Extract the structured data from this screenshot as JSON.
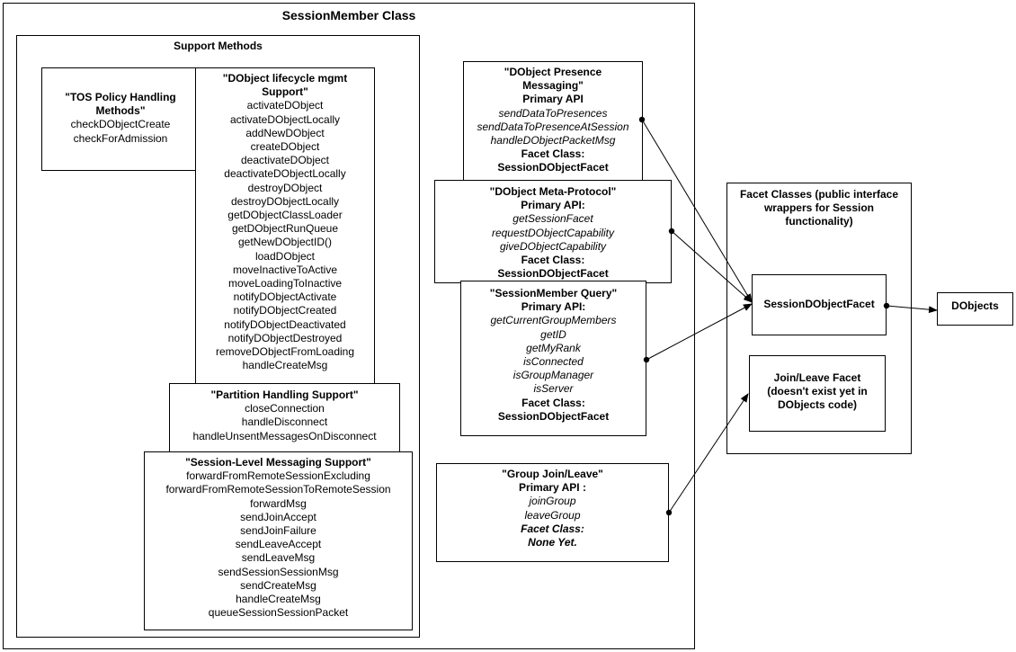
{
  "session_member": {
    "title": "SessionMember Class"
  },
  "support_methods": {
    "title": "Support Methods"
  },
  "tos": {
    "title_line1": "\"TOS Policy Handling",
    "title_line2": "Methods\"",
    "methods": [
      "checkDObjectCreate",
      "checkForAdmission"
    ]
  },
  "lifecycle": {
    "title_line1": "\"DObject lifecycle mgmt",
    "title_line2": "Support\"",
    "methods": [
      "activateDObject",
      "activateDObjectLocally",
      "addNewDObject",
      "createDObject",
      "deactivateDObject",
      "deactivateDObjectLocally",
      "destroyDObject",
      "destroyDObjectLocally",
      "getDObjectClassLoader",
      "getDObjectRunQueue",
      "getNewDObjectID()",
      "loadDObject",
      "moveInactiveToActive",
      "moveLoadingToInactive",
      "notifyDObjectActivate",
      "notifyDObjectCreated",
      "notifyDObjectDeactivated",
      "notifyDObjectDestroyed",
      "removeDObjectFromLoading",
      "handleCreateMsg"
    ]
  },
  "partition": {
    "title": "\"Partition Handling Support\"",
    "methods": [
      "closeConnection",
      "handleDisconnect",
      "handleUnsentMessagesOnDisconnect"
    ]
  },
  "session_level": {
    "title": "\"Session-Level Messaging Support\"",
    "methods": [
      "forwardFromRemoteSessionExcluding",
      "forwardFromRemoteSessionToRemoteSession",
      "forwardMsg",
      "sendJoinAccept",
      "sendJoinFailure",
      "sendLeaveAccept",
      "sendLeaveMsg",
      "sendSessionSessionMsg",
      "sendCreateMsg",
      "handleCreateMsg",
      "queueSessionSessionPacket"
    ]
  },
  "presence": {
    "title_line1": "\"DObject Presence",
    "title_line2": "Messaging\"",
    "api_label": "Primary API",
    "methods": [
      "sendDataToPresences",
      "sendDataToPresenceAtSession",
      "handleDObjectPacketMsg"
    ],
    "facet_label": "Facet Class:",
    "facet": "SessionDObjectFacet"
  },
  "meta": {
    "title": "\"DObject Meta-Protocol\"",
    "api_label": "Primary API:",
    "methods": [
      "getSessionFacet",
      "requestDObjectCapability",
      "giveDObjectCapability"
    ],
    "facet_label": "Facet Class:",
    "facet": "SessionDObjectFacet"
  },
  "query": {
    "title": "\"SessionMember Query\"",
    "api_label": "Primary API:",
    "methods": [
      "getCurrentGroupMembers",
      "getID",
      "getMyRank",
      "isConnected",
      "isGroupManager",
      "isServer"
    ],
    "facet_label": "Facet Class:",
    "facet": "SessionDObjectFacet"
  },
  "group": {
    "title": "\"Group Join/Leave\"",
    "api_label": "Primary API :",
    "methods": [
      "joinGroup",
      "leaveGroup"
    ],
    "facet_label": "Facet Class:",
    "facet": "None Yet."
  },
  "facet_classes": {
    "title_lines": [
      "Facet Classes (public interface",
      "wrappers for Session",
      "functionality)"
    ]
  },
  "sdo_facet": {
    "label": "SessionDObjectFacet"
  },
  "join_leave": {
    "lines": [
      "Join/Leave Facet",
      "(doesn't exist yet in",
      "DObjects code)"
    ]
  },
  "dobjects": {
    "label": "DObjects"
  }
}
